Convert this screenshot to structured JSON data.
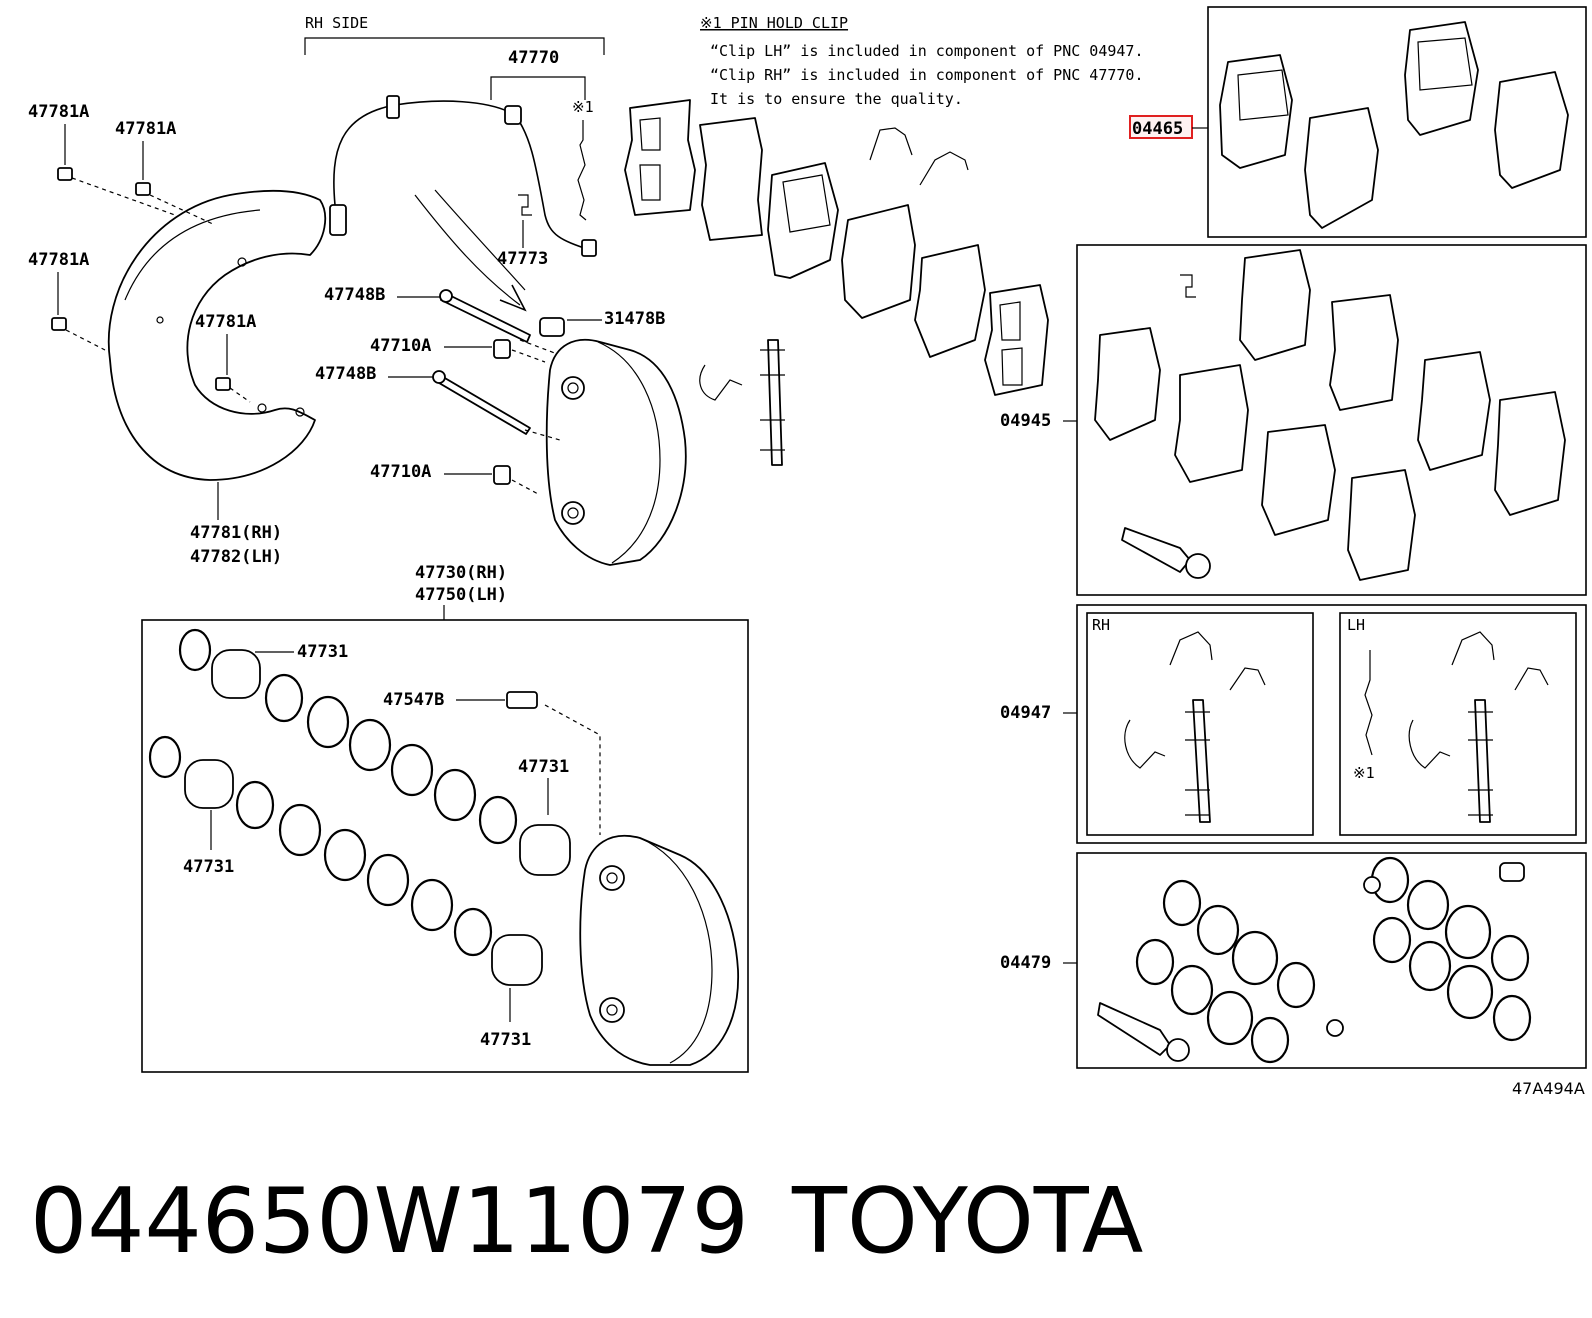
{
  "header": {
    "rh_side": "RH SIDE",
    "note_title": "※1 PIN HOLD CLIP",
    "note_line1": "“Clip LH” is included in component of PNC 04947.",
    "note_line2": "“Clip RH” is included in component of PNC 47770.",
    "note_line3": "It is to ensure the quality."
  },
  "callouts": {
    "c47770": "47770",
    "c47781a_1": "47781A",
    "c47781a_2": "47781A",
    "c47781a_3": "47781A",
    "c47781a_4": "47781A",
    "c47773": "47773",
    "c47748b_1": "47748B",
    "c47748b_2": "47748B",
    "c31478b": "31478B",
    "c47710a_1": "47710A",
    "c47710a_2": "47710A",
    "c47781_rh": "47781(RH)",
    "c47782_lh": "47782(LH)",
    "c47730_rh": "47730(RH)",
    "c47750_lh": "47750(LH)",
    "c47731_1": "47731",
    "c47731_2": "47731",
    "c47731_3": "47731",
    "c47731_4": "47731",
    "c47547b": "47547B",
    "c04465": "04465",
    "c04945": "04945",
    "c04947": "04947",
    "c04479": "04479",
    "note_mark_top": "※1",
    "note_mark_lh": "※1",
    "box_rh": "RH",
    "box_lh": "LH"
  },
  "figure_id": "47A494A",
  "footer": {
    "part_number": "044650W11079",
    "brand": "TOYOTA"
  },
  "highlight_color": "#e02020"
}
